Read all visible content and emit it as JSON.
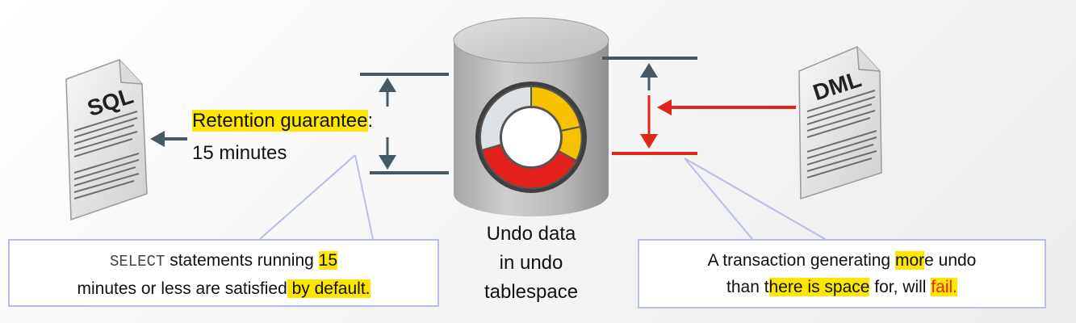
{
  "sql_doc": {
    "label": "SQL"
  },
  "dml_doc": {
    "label": "DML"
  },
  "retention": {
    "label_highlighted": "Retention guarantee",
    "label_suffix": ":",
    "duration": "15 minutes"
  },
  "undo": {
    "line1": "Undo data",
    "line2": "in undo",
    "line3": "tablespace"
  },
  "callout_left": {
    "keyword": "SELECT",
    "text_a": " statements running ",
    "text_a_hl": "15",
    "text_b": "minutes or less are satisfied",
    "text_b_hl": " by default."
  },
  "callout_right": {
    "text_a": "A transaction generating ",
    "text_a_hl": "mor",
    "text_a_end": "e undo",
    "text_b": "than t",
    "text_b_hl": "here is space",
    "text_b_mid": " for, will ",
    "text_b_fail": "fail."
  },
  "colors": {
    "arrow_dark": "#455a64",
    "arrow_red": "#e0261b",
    "highlight": "#ffe600",
    "callout_border": "#b7bfe8",
    "ring_yellow": "#f6c200",
    "ring_red": "#e4201b",
    "ring_gray": "#dde2e6"
  }
}
